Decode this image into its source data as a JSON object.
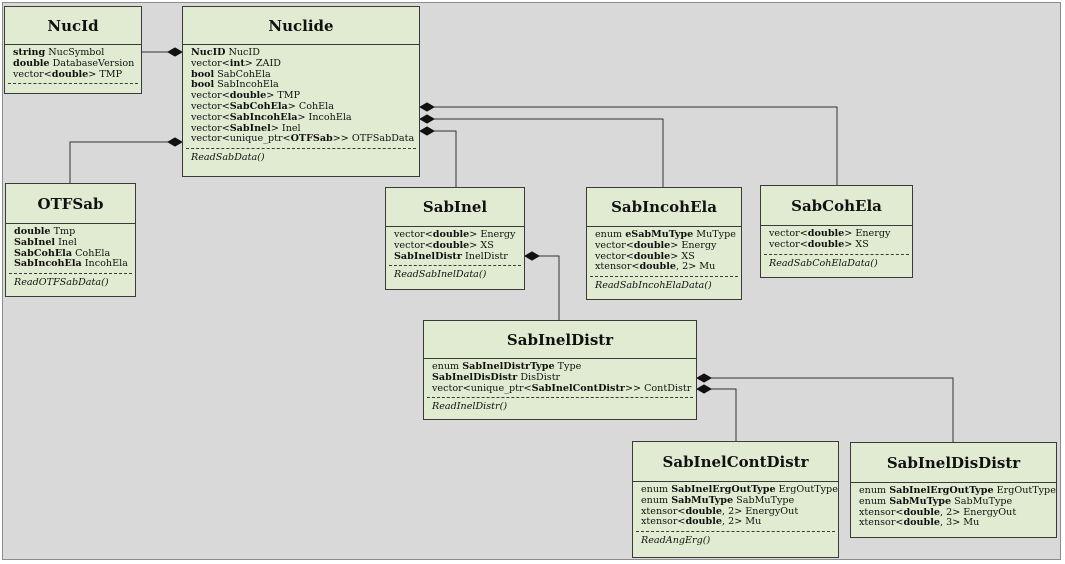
{
  "classes": {
    "nucid": {
      "name": "NucId",
      "attributes": [
        {
          "bold": "string",
          "text": " NucSymbol"
        },
        {
          "bold": "double",
          "text": " DatabaseVersion"
        },
        {
          "pre": "vector<",
          "bold": "double",
          "text": "> TMP"
        }
      ],
      "methods": []
    },
    "nuclide": {
      "name": "Nuclide",
      "attributes": [
        {
          "bold": "NucID",
          "text": " NucID"
        },
        {
          "pre": "vector<",
          "bold": "int",
          "text": "> ZAID"
        },
        {
          "bold": "bool",
          "text": " SabCohEla"
        },
        {
          "bold": "bool",
          "text": " SabIncohEla"
        },
        {
          "pre": "vector<",
          "bold": "double",
          "text": "> TMP"
        },
        {
          "pre": "vector<",
          "bold": "SabCohEla",
          "text": "> CohEla"
        },
        {
          "pre": "vector<",
          "bold": "SabIncohEla",
          "text": "> IncohEla"
        },
        {
          "pre": "vector<",
          "bold": "SabInel",
          "text": "> Inel"
        },
        {
          "pre": "vector<unique_ptr<",
          "bold": "OTFSab",
          "text": ">> OTFSabData"
        }
      ],
      "methods": [
        "ReadSabData()"
      ]
    },
    "otfsab": {
      "name": "OTFSab",
      "attributes": [
        {
          "bold": "double",
          "text": " Tmp"
        },
        {
          "bold": "SabInel",
          "text": " Inel"
        },
        {
          "bold": "SabCohEla",
          "text": " CohEla"
        },
        {
          "bold": "SabIncohEla",
          "text": " IncohEla"
        }
      ],
      "methods": [
        "ReadOTFSabData()"
      ]
    },
    "sabinel": {
      "name": "SabInel",
      "attributes": [
        {
          "pre": "vector<",
          "bold": "double",
          "text": "> Energy"
        },
        {
          "pre": "vector<",
          "bold": "double",
          "text": "> XS"
        },
        {
          "bold": "SabInelDistr",
          "text": " InelDistr"
        }
      ],
      "methods": [
        "ReadSabInelData()"
      ]
    },
    "sabincohela": {
      "name": "SabIncohEla",
      "attributes": [
        {
          "pre": "enum ",
          "bold": "eSabMuType",
          "text": " MuType"
        },
        {
          "pre": "vector<",
          "bold": "double",
          "text": "> Energy"
        },
        {
          "pre": "vector<",
          "bold": "double",
          "text": "> XS"
        },
        {
          "pre": "xtensor<",
          "bold": "double",
          "text": ", 2> Mu"
        }
      ],
      "methods": [
        "ReadSabIncohElaData()"
      ]
    },
    "sabcohela": {
      "name": "SabCohEla",
      "attributes": [
        {
          "pre": "vector<",
          "bold": "double",
          "text": "> Energy"
        },
        {
          "pre": "vector<",
          "bold": "double",
          "text": "> XS"
        }
      ],
      "methods": [
        "ReadSabCohElaData()"
      ]
    },
    "sabineldistr": {
      "name": "SabInelDistr",
      "attributes": [
        {
          "pre": "enum ",
          "bold": "SabInelDistrType",
          "text": " Type"
        },
        {
          "bold": "SabInelDisDistr",
          "text": " DisDistr"
        },
        {
          "pre": "vector<unique_ptr<",
          "bold": "SabInelContDistr",
          "text": ">> ContDistr"
        }
      ],
      "methods": [
        "ReadInelDistr()"
      ]
    },
    "sabinelcontdistr": {
      "name": "SabInelContDistr",
      "attributes": [
        {
          "pre": "enum ",
          "bold": "SabInelErgOutType",
          "text": " ErgOutType"
        },
        {
          "pre": "enum ",
          "bold": "SabMuType",
          "text": "  SabMuType"
        },
        {
          "pre": "xtensor<",
          "bold": "double",
          "text": ", 2> EnergyOut"
        },
        {
          "pre": "xtensor<",
          "bold": "double",
          "text": ", 2> Mu"
        }
      ],
      "methods": [
        "ReadAngErg()"
      ]
    },
    "sabineldisdistr": {
      "name": "SabInelDisDistr",
      "attributes": [
        {
          "pre": "enum ",
          "bold": "SabInelErgOutType",
          "text": "  ErgOutType"
        },
        {
          "pre": "enum ",
          "bold": "SabMuType",
          "text": "  SabMuType"
        },
        {
          "pre": "xtensor<",
          "bold": "double",
          "text": ", 2> EnergyOut"
        },
        {
          "pre": "xtensor<",
          "bold": "double",
          "text": ", 3> Mu"
        }
      ],
      "methods": []
    }
  },
  "relations": [
    {
      "from": "nuclide",
      "to": "nucid",
      "type": "composition"
    },
    {
      "from": "nuclide",
      "to": "otfsab",
      "type": "composition"
    },
    {
      "from": "nuclide",
      "to": "sabinel",
      "type": "composition"
    },
    {
      "from": "nuclide",
      "to": "sabincohela",
      "type": "composition"
    },
    {
      "from": "nuclide",
      "to": "sabcohela",
      "type": "composition"
    },
    {
      "from": "sabinel",
      "to": "sabineldistr",
      "type": "composition"
    },
    {
      "from": "sabineldistr",
      "to": "sabinelcontdistr",
      "type": "composition"
    },
    {
      "from": "sabineldistr",
      "to": "sabineldisdistr",
      "type": "composition"
    }
  ]
}
